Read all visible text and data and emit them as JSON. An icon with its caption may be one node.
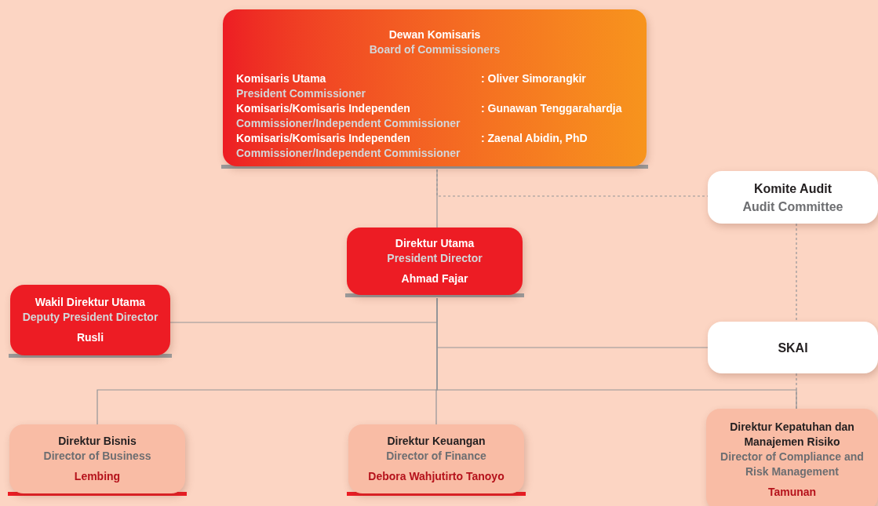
{
  "diagram": {
    "nodes": [
      {
        "text": [
          "Dewan Komisaris",
          "Board of Commissioners",
          "Komisaris Utama",
          "President Commissioner",
          ": Oliver Simorangkir",
          "Komisaris/Komisaris Independen",
          "Commissioner/Independent Commissioner",
          ": Gunawan Tenggarahardja",
          "Komisaris/Komisaris Independen",
          "Commissioner/Independent Commissioner",
          ": Zaenal Abidin, PhD"
        ]
      },
      {
        "text": [
          "Komite Audit",
          "Audit Committee"
        ]
      },
      {
        "text": [
          "Direktur Utama",
          "President Director",
          "Ahmad Fajar"
        ]
      },
      {
        "text": [
          "Wakil Direktur Utama",
          "Deputy President Director",
          "Rusli"
        ]
      },
      {
        "text": [
          "SKAI"
        ]
      },
      {
        "text": [
          "Direktur Bisnis",
          "Director of Business",
          "Lembing"
        ]
      },
      {
        "text": [
          "Direktur Keuangan",
          "Director of Finance",
          "Debora Wahjutirto Tanoyo"
        ]
      },
      {
        "text": [
          "Direktur Kepatuhan dan Manajemen Risiko",
          "Director of Compliance and Risk Management",
          "Tamunan"
        ]
      }
    ],
    "edges": [
      {
        "from": 0,
        "to": 2,
        "arrow": "none"
      },
      {
        "from": 0,
        "to": 1,
        "arrow": "none",
        "style": "dashed"
      },
      {
        "from": 1,
        "to": 4,
        "arrow": "none",
        "style": "dashed"
      },
      {
        "from": 2,
        "to": 3,
        "arrow": "none"
      },
      {
        "from": 2,
        "to": 4,
        "arrow": "none"
      },
      {
        "from": 2,
        "to": 5,
        "arrow": "none"
      },
      {
        "from": 2,
        "to": 6,
        "arrow": "none"
      },
      {
        "from": 2,
        "to": 7,
        "arrow": "none"
      },
      {
        "from": 4,
        "to": 7,
        "arrow": "none",
        "style": "dashed"
      }
    ]
  }
}
